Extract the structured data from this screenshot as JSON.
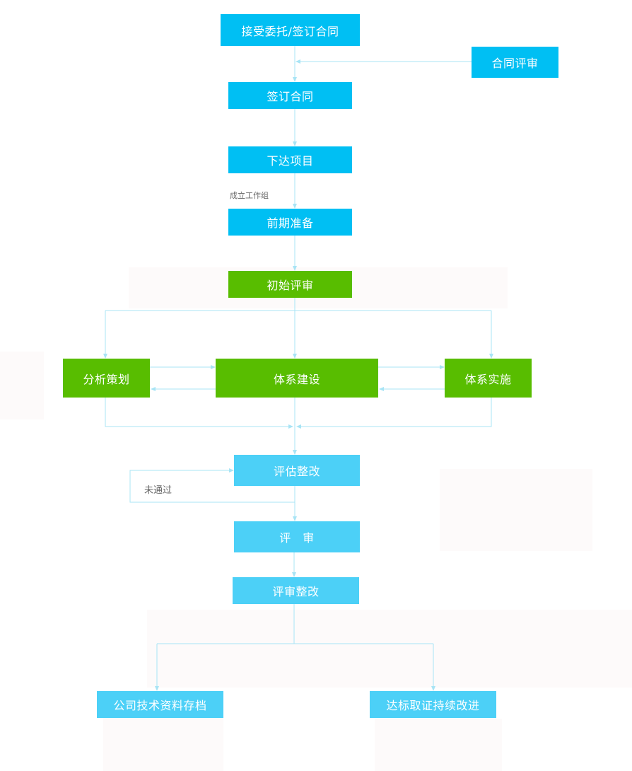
{
  "nodes": {
    "accept_entrust": "接受委托/签订合同",
    "contract_review": "合同评审",
    "sign_contract": "签订合同",
    "issue_project": "下达项目",
    "preparation": "前期准备",
    "initial_review": "初始评审",
    "analysis_planning": "分析策划",
    "system_building": "体系建设",
    "system_implementation": "体系实施",
    "evaluation_rectify": "评估整改",
    "review": "评　审",
    "review_rectify": "评审整改",
    "archive": "公司技术资料存档",
    "certify_improve": "达标取证持续改进"
  },
  "edge_labels": {
    "form_team": "成立工作组",
    "not_passed": "未通过"
  },
  "colors": {
    "blue": "#00bff3",
    "green": "#58bd00",
    "light_blue": "#4cd0f7",
    "connector": "#a8e4f5"
  }
}
